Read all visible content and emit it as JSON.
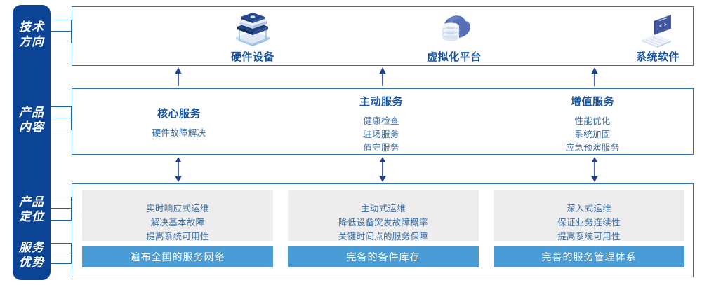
{
  "rail": {
    "color": "#0b4395",
    "labels": [
      {
        "name": "tech-direction",
        "line1": "技术",
        "line2": "方向"
      },
      {
        "name": "product-content",
        "line1": "产品",
        "line2": "内容"
      },
      {
        "name": "product-position",
        "line1": "产品",
        "line2": "定位"
      },
      {
        "name": "service-advantage",
        "line1": "服务",
        "line2": "优势"
      }
    ]
  },
  "colors": {
    "rail_blue": "#0b4395",
    "border_blue": "#2a6ec0",
    "title_blue": "#17539e",
    "body_blue": "#3a6ea8",
    "card_gray": "#ededed",
    "advantage_blue": "#4a9cd6",
    "arrow_blue": "#1f3f8f"
  },
  "tech_row": {
    "items": [
      {
        "icon": "server-stack-icon",
        "label": "硬件设备"
      },
      {
        "icon": "cloud-database-icon",
        "label": "虚拟化平台"
      },
      {
        "icon": "laptop-code-icon",
        "label": "系统软件"
      }
    ]
  },
  "content_row": {
    "columns": [
      {
        "title": "核心服务",
        "items": [
          "硬件故障解决"
        ]
      },
      {
        "title": "主动服务",
        "items": [
          "健康检查",
          "驻场服务",
          "值守服务"
        ]
      },
      {
        "title": "增值服务",
        "items": [
          "性能优化",
          "系统加固",
          "应急预演服务"
        ]
      }
    ]
  },
  "bottom_row": {
    "positioning": [
      {
        "lines": [
          "实时响应式运维",
          "解决基本故障",
          "提高系统可用性"
        ]
      },
      {
        "lines": [
          "主动式运维",
          "降低设备突发故障概率",
          "关键时间点的服务保障"
        ]
      },
      {
        "lines": [
          "深入式运维",
          "保证业务连续性",
          "提高系统可用性"
        ]
      }
    ],
    "advantages": [
      {
        "label": "遍布全国的服务网络"
      },
      {
        "label": "完备的备件库存"
      },
      {
        "label": "完善的服务管理体系"
      }
    ]
  },
  "arrows": {
    "tech_up": {
      "name": "arrow-up-icon",
      "count": 3
    },
    "content_both": {
      "name": "arrow-up-down-icon",
      "count": 3
    }
  }
}
